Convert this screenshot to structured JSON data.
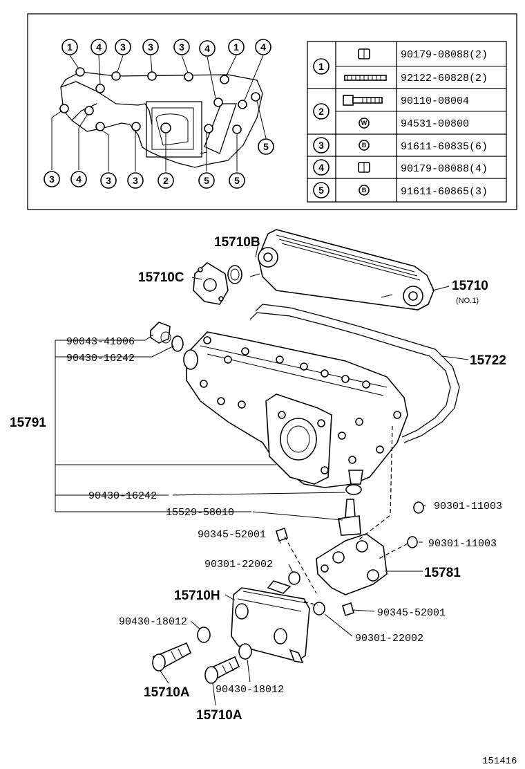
{
  "inset": {
    "circled_numbers": [
      "1",
      "4",
      "3",
      "3",
      "3",
      "4",
      "1",
      "4",
      "5",
      "3",
      "4",
      "3",
      "3",
      "2",
      "5",
      "5"
    ],
    "table": [
      {
        "key": "1",
        "rows": [
          {
            "part": "90179-08088",
            "qty": "(2)"
          },
          {
            "part": "92122-60828",
            "qty": "(2)"
          }
        ]
      },
      {
        "key": "2",
        "rows": [
          {
            "part": "90110-08004",
            "qty": ""
          },
          {
            "part": "94531-00800",
            "qty": ""
          }
        ]
      },
      {
        "key": "3",
        "rows": [
          {
            "part": "91611-60835",
            "qty": "(6)"
          }
        ]
      },
      {
        "key": "4",
        "rows": [
          {
            "part": "90179-08088",
            "qty": "(4)"
          }
        ]
      },
      {
        "key": "5",
        "rows": [
          {
            "part": "91611-60865",
            "qty": "(3)"
          }
        ]
      }
    ]
  },
  "callouts": {
    "c15710B": "15710B",
    "c15710C": "15710C",
    "c15710": "15710",
    "c15710_sub": "(NO.1)",
    "c15722": "15722",
    "c15791": "15791",
    "c90043": "90043-41006",
    "c90430a": "90430-16242",
    "c90430b": "90430-16242",
    "c15529": "15529-58010",
    "c90301a": "90301-11003",
    "c90301b": "90301-11003",
    "c90345a": "90345-52001",
    "c90345b": "90345-52001",
    "c15781": "15781",
    "c90301c": "90301-22002",
    "c90301d": "90301-22002",
    "c15710H": "15710H",
    "c90430c": "90430-18012",
    "c90430d": "90430-18012",
    "c15710A1": "15710A",
    "c15710A2": "15710A"
  },
  "diagram_id": "151416"
}
